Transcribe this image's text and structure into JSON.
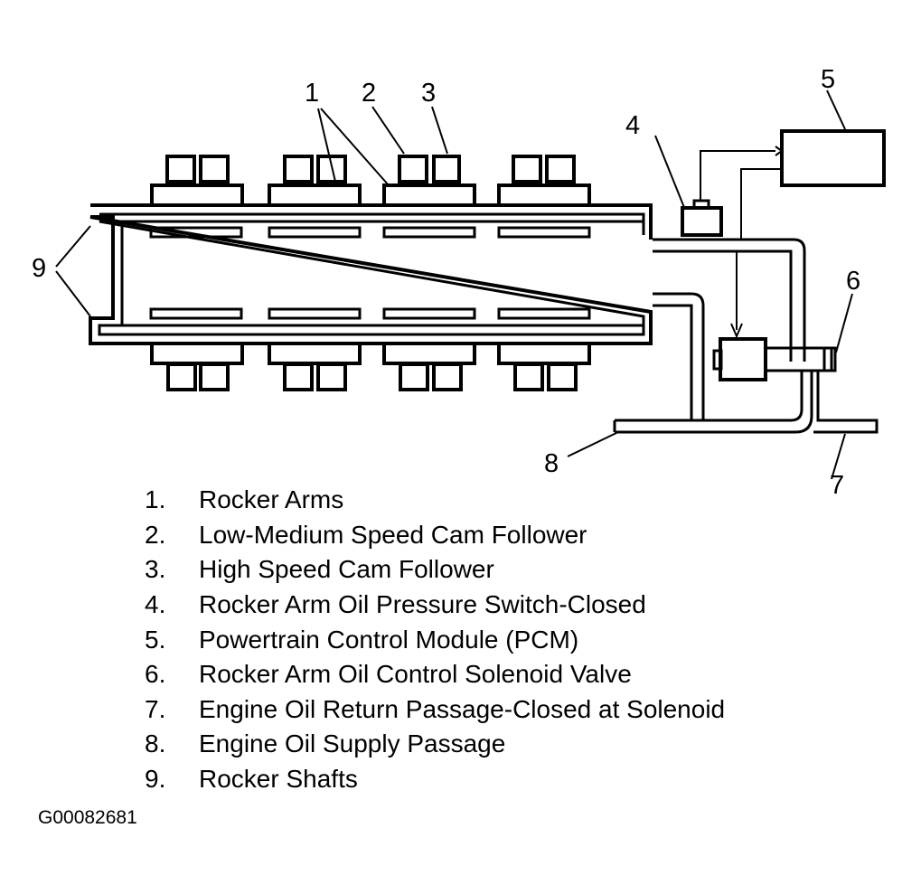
{
  "diagram": {
    "callouts": [
      "1",
      "2",
      "3",
      "4",
      "5",
      "6",
      "7",
      "8",
      "9"
    ]
  },
  "legend": [
    {
      "num": "1.",
      "label": "Rocker Arms"
    },
    {
      "num": "2.",
      "label": "Low-Medium Speed Cam Follower"
    },
    {
      "num": "3.",
      "label": "High Speed Cam Follower"
    },
    {
      "num": "4.",
      "label": "Rocker Arm Oil Pressure Switch-Closed"
    },
    {
      "num": "5.",
      "label": "Powertrain Control Module (PCM)"
    },
    {
      "num": "6.",
      "label": "Rocker Arm Oil Control Solenoid Valve"
    },
    {
      "num": "7.",
      "label": "Engine Oil Return Passage-Closed at Solenoid"
    },
    {
      "num": "8.",
      "label": "Engine Oil Supply Passage"
    },
    {
      "num": "9.",
      "label": "Rocker Shafts"
    }
  ],
  "figure_id": "G00082681"
}
